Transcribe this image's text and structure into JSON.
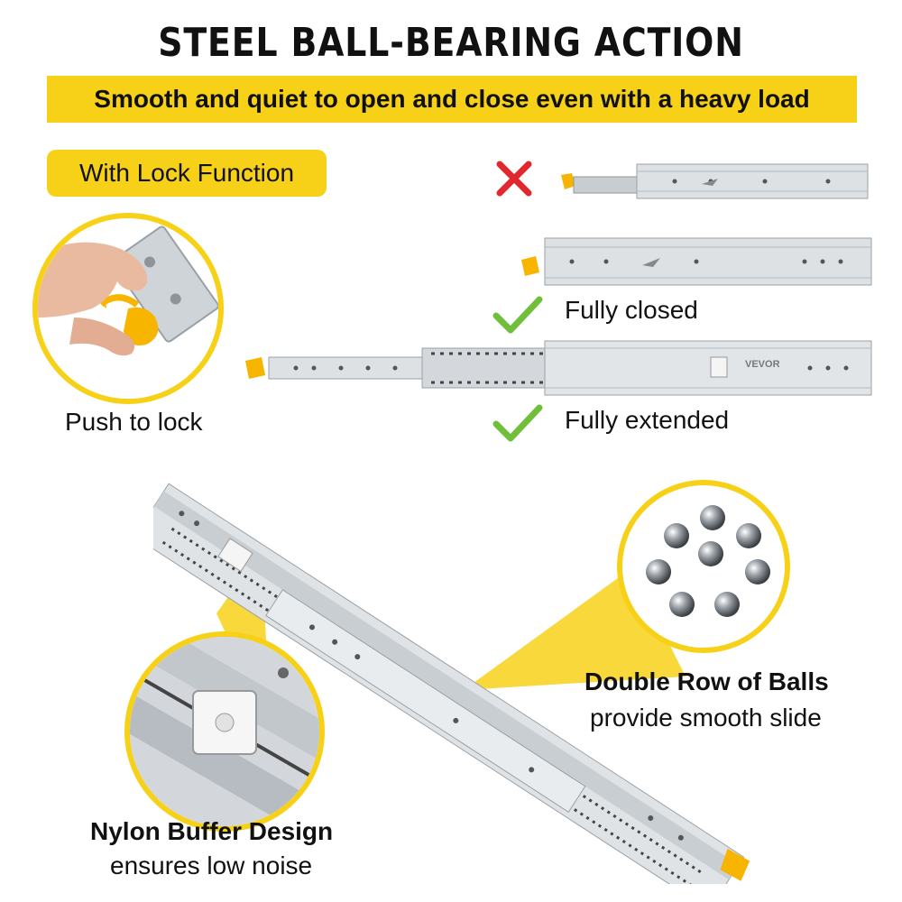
{
  "title": "STEEL BALL-BEARING ACTION",
  "banner": "Smooth and quiet to open and close even with a heavy load",
  "lock_badge": "With Lock Function",
  "push_caption": "Push to lock",
  "states": {
    "closed_label": "Fully closed",
    "extended_label": "Fully extended"
  },
  "brand": "VEVOR",
  "balls_caption": {
    "line1": "Double Row of Balls",
    "line2": "provide smooth slide"
  },
  "buffer_caption": {
    "line1": "Nylon Buffer Design",
    "line2": "ensures low noise"
  },
  "colors": {
    "accent_yellow": "#F7D117",
    "check_green": "#6FBF3A",
    "cross_red": "#E0282E",
    "steel": "#D9DDE1"
  },
  "icons": [
    "cross-icon",
    "check-icon",
    "check-icon"
  ]
}
